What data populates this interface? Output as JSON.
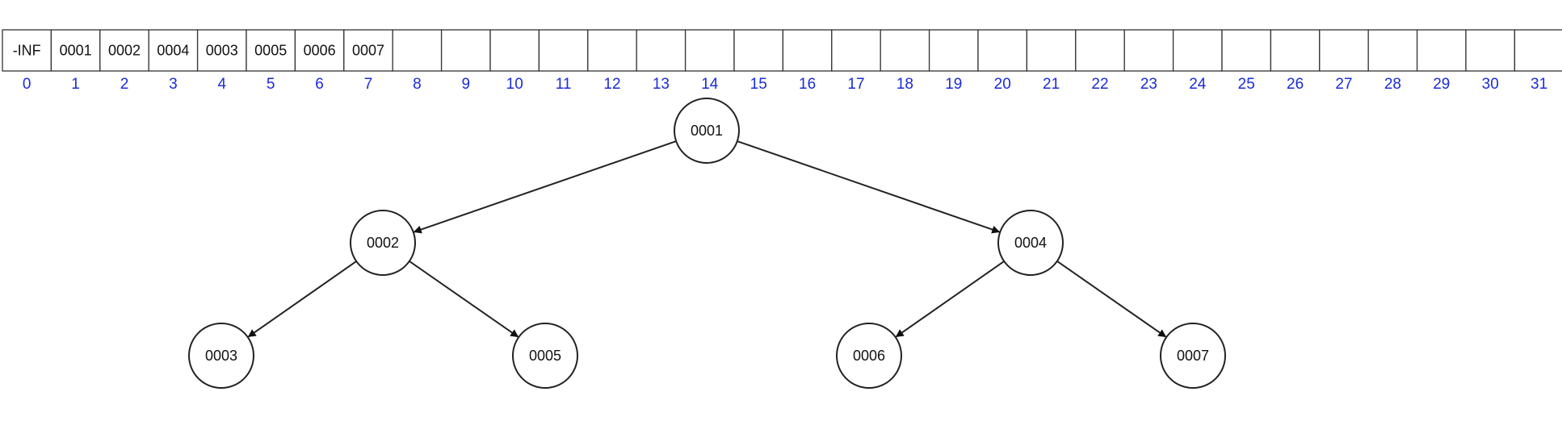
{
  "array": {
    "cells": [
      "-INF",
      "0001",
      "0002",
      "0004",
      "0003",
      "0005",
      "0006",
      "0007",
      "",
      "",
      "",
      "",
      "",
      "",
      "",
      "",
      "",
      "",
      "",
      "",
      "",
      "",
      "",
      "",
      "",
      "",
      "",
      "",
      "",
      "",
      "",
      ""
    ],
    "indices": [
      "0",
      "1",
      "2",
      "3",
      "4",
      "5",
      "6",
      "7",
      "8",
      "9",
      "10",
      "11",
      "12",
      "13",
      "14",
      "15",
      "16",
      "17",
      "18",
      "19",
      "20",
      "21",
      "22",
      "23",
      "24",
      "25",
      "26",
      "27",
      "28",
      "29",
      "30",
      "31"
    ]
  },
  "tree": {
    "nodes": [
      {
        "id": "n1",
        "label": "0001"
      },
      {
        "id": "n2",
        "label": "0002"
      },
      {
        "id": "n3",
        "label": "0004"
      },
      {
        "id": "n4",
        "label": "0003"
      },
      {
        "id": "n5",
        "label": "0005"
      },
      {
        "id": "n6",
        "label": "0006"
      },
      {
        "id": "n7",
        "label": "0007"
      }
    ],
    "edges": [
      {
        "from": "n1",
        "to": "n2"
      },
      {
        "from": "n1",
        "to": "n3"
      },
      {
        "from": "n2",
        "to": "n4"
      },
      {
        "from": "n2",
        "to": "n5"
      },
      {
        "from": "n3",
        "to": "n6"
      },
      {
        "from": "n3",
        "to": "n7"
      }
    ]
  },
  "colors": {
    "index_text": "#1a2bd8",
    "border": "#333333",
    "edge": "#222222"
  }
}
